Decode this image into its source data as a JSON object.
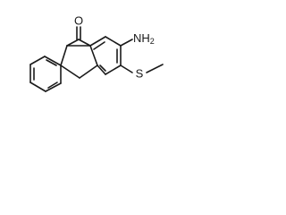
{
  "molecule": {
    "atoms": {
      "oxygen": {
        "symbol": "O",
        "color": "#1a1a1a"
      },
      "amino": {
        "symbol": "NH",
        "subscript": "2",
        "color": "#1a1a1a"
      },
      "sulfur": {
        "symbol": "S",
        "color": "#1a1a1a"
      }
    },
    "bond_color": "#1a1a1a",
    "background": "#ffffff"
  }
}
